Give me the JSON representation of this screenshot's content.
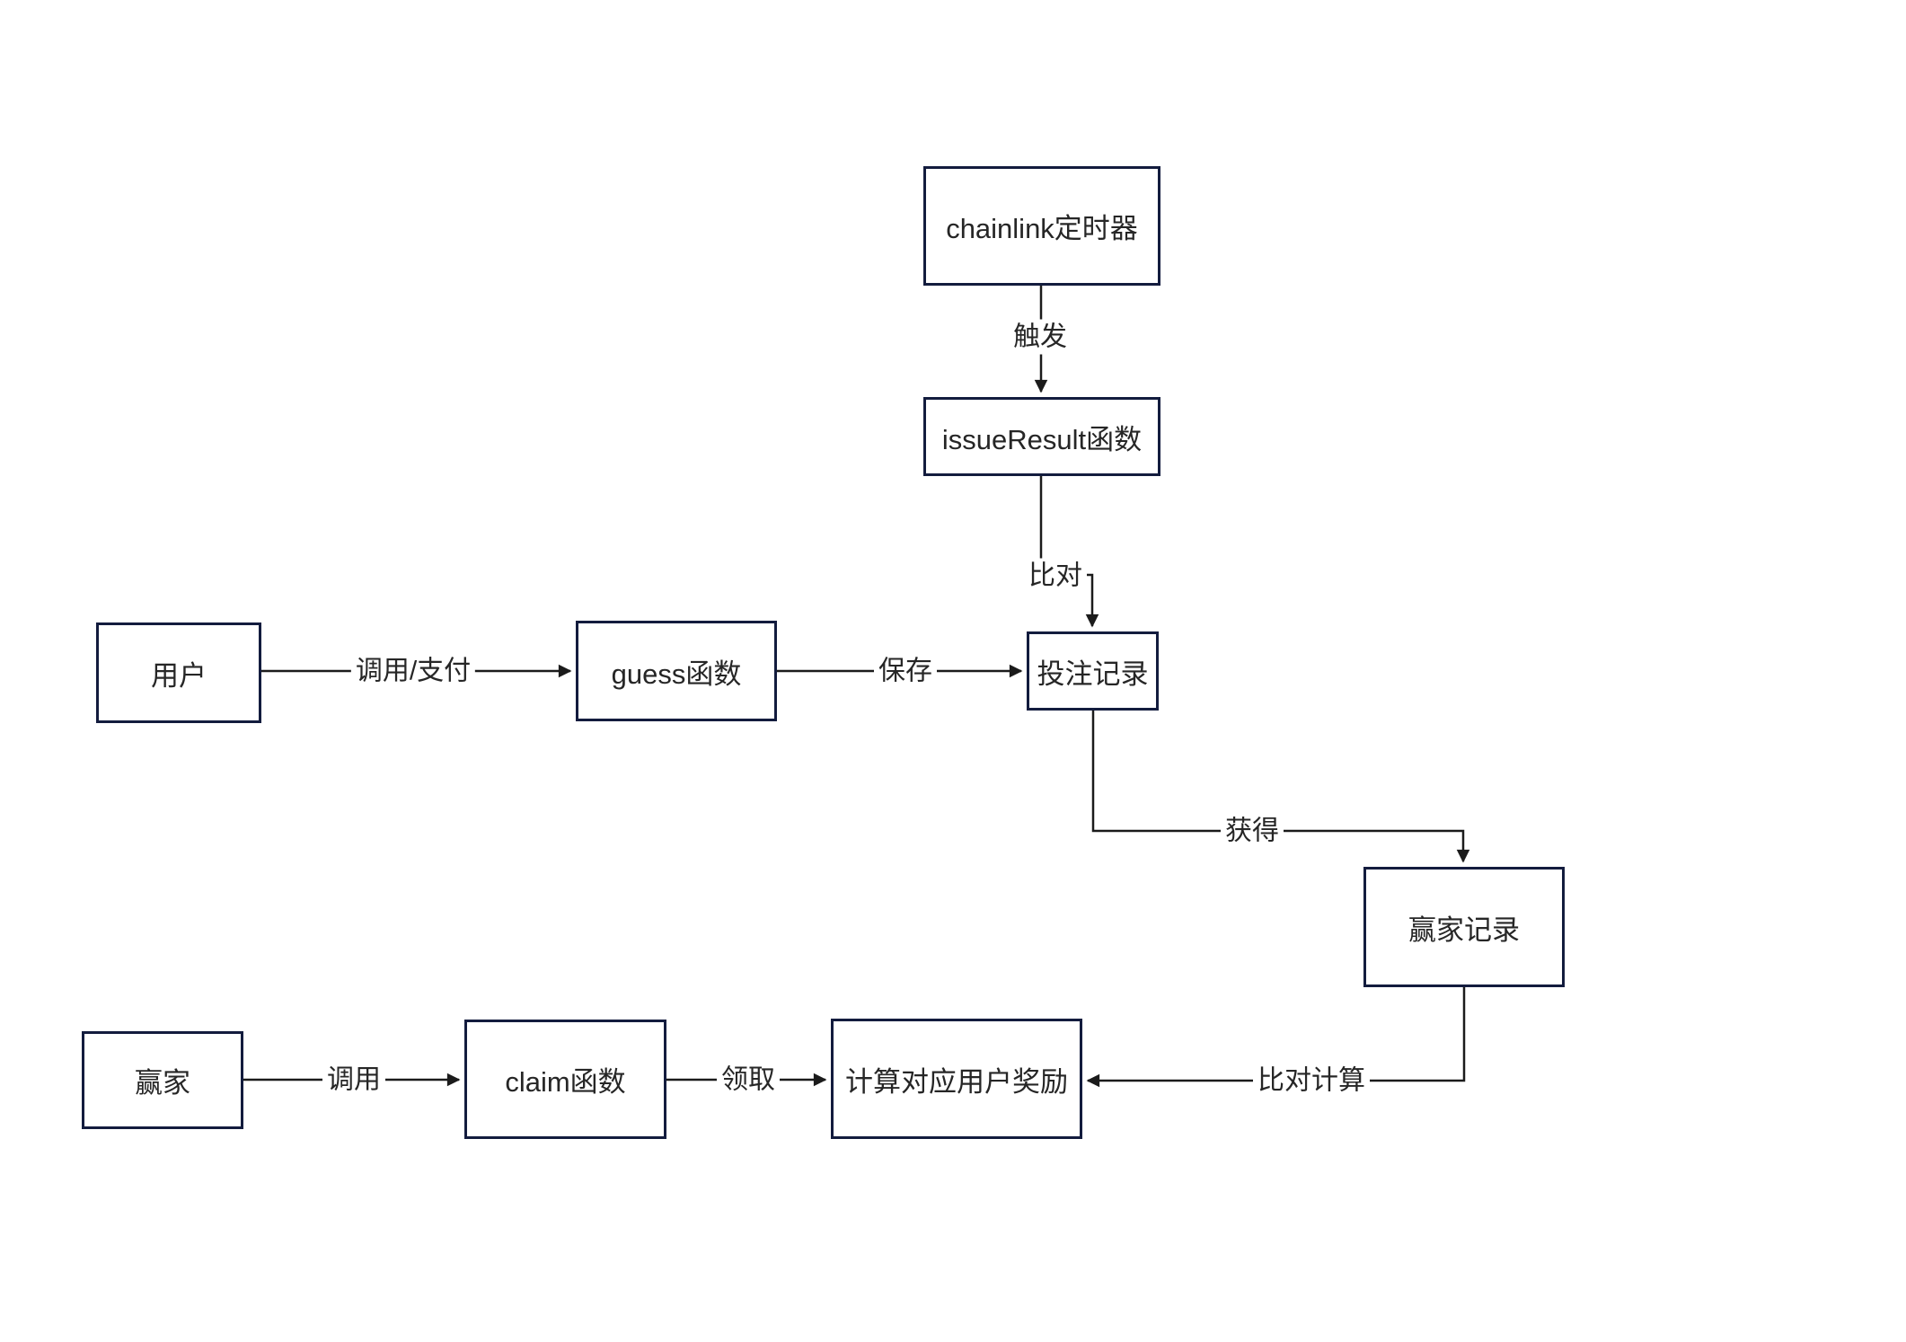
{
  "diagram": {
    "colors": {
      "background": "#ffffff",
      "node_border": "#131c3e",
      "node_fill": "#ffffff",
      "edge_line": "#1b1b1b",
      "text": "#262626"
    },
    "nodes": {
      "chainlink_timer": {
        "label": "chainlink定时器"
      },
      "issue_result_function": {
        "label": "issueResult函数"
      },
      "bet_record": {
        "label": "投注记录"
      },
      "user": {
        "label": "用户"
      },
      "guess_function": {
        "label": "guess函数"
      },
      "winner_record": {
        "label": "赢家记录"
      },
      "winner": {
        "label": "赢家"
      },
      "claim_function": {
        "label": "claim函数"
      },
      "calc_user_reward": {
        "label": "计算对应用户奖励"
      }
    },
    "edge_labels": {
      "trigger": "触发",
      "compare": "比对",
      "call_pay": "调用/支付",
      "save": "保存",
      "obtain": "获得",
      "call": "调用",
      "claim_get": "领取",
      "compare_calc": "比对计算"
    }
  }
}
